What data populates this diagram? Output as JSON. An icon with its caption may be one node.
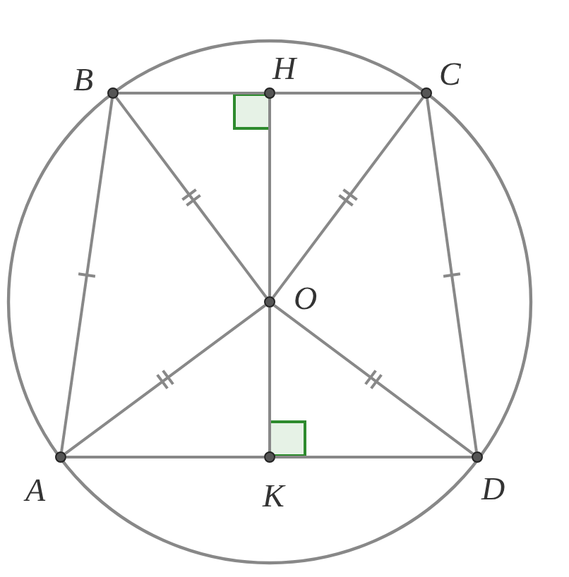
{
  "diagram": {
    "nodes": [
      {
        "text": [],
        "shape": "circle",
        "beside": [
          "A"
        ]
      },
      {
        "text": [],
        "shape": "circle",
        "beside": [
          "B"
        ]
      },
      {
        "text": [],
        "shape": "circle",
        "beside": [
          "C"
        ]
      },
      {
        "text": [],
        "shape": "circle",
        "beside": [
          "D"
        ]
      },
      {
        "text": [],
        "shape": "circle",
        "beside": [
          "O"
        ]
      },
      {
        "text": [],
        "shape": "circle",
        "beside": [
          "H"
        ]
      },
      {
        "text": [],
        "shape": "circle",
        "beside": [
          "K"
        ]
      }
    ],
    "edges": [
      {
        "from": 0,
        "to": 1,
        "arrow": "none"
      },
      {
        "from": 1,
        "to": 5,
        "arrow": "none"
      },
      {
        "from": 5,
        "to": 2,
        "arrow": "none"
      },
      {
        "from": 2,
        "to": 3,
        "arrow": "none"
      },
      {
        "from": 0,
        "to": 6,
        "arrow": "none"
      },
      {
        "from": 6,
        "to": 3,
        "arrow": "none"
      },
      {
        "from": 4,
        "to": 0,
        "arrow": "none"
      },
      {
        "from": 4,
        "to": 1,
        "arrow": "none"
      },
      {
        "from": 4,
        "to": 2,
        "arrow": "none"
      },
      {
        "from": 4,
        "to": 3,
        "arrow": "none"
      },
      {
        "from": 4,
        "to": 5,
        "arrow": "none"
      },
      {
        "from": 4,
        "to": 6,
        "arrow": "none"
      }
    ]
  }
}
